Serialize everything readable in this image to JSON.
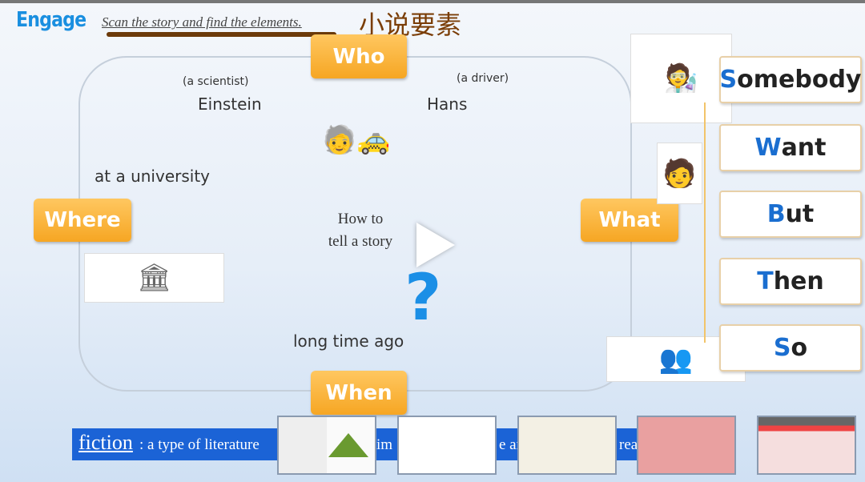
{
  "header": {
    "title": "Engage",
    "instruction": "Scan the story and find the elements.",
    "chinese_title": "小说要素"
  },
  "elements": {
    "who": "Who",
    "where": "Where",
    "what": "What",
    "when": "When"
  },
  "who_details": {
    "scientist_role": "(a scientist)",
    "scientist": "Einstein",
    "driver_role": "(a driver)",
    "driver": "Hans"
  },
  "where_detail": "at a university",
  "center": {
    "line1": "How to",
    "line2": "tell a story",
    "question": "?"
  },
  "when_detail": "long time ago",
  "sequence": [
    {
      "first": "S",
      "rest": "omebody"
    },
    {
      "first": "W",
      "rest": "ant"
    },
    {
      "first": "B",
      "rest": "ut"
    },
    {
      "first": "T",
      "rest": "hen"
    },
    {
      "first": "S",
      "rest": "o"
    }
  ],
  "fiction_bar": {
    "term": "fiction",
    "definition": ": a type of literature",
    "frag1": "im",
    "frag2": "e ar",
    "frag3": "rea"
  },
  "colors": {
    "accent": "#1a8fe0",
    "orange": "#f6a623",
    "bar": "#1b63d6"
  }
}
